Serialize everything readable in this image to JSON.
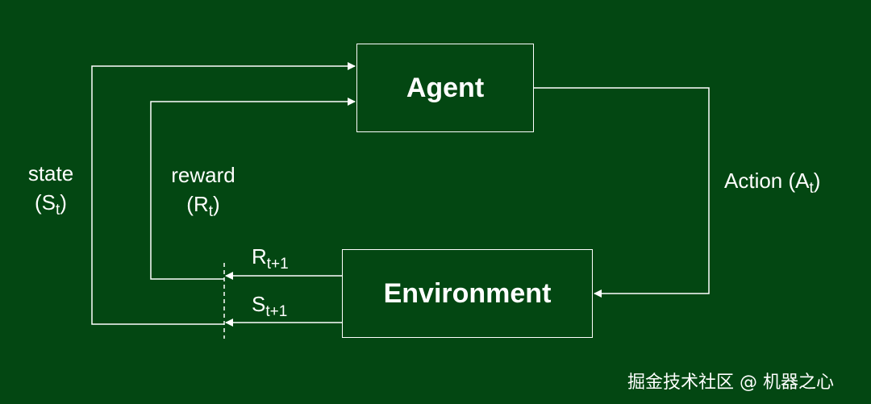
{
  "diagram": {
    "agent_label": "Agent",
    "environment_label": "Environment",
    "state": {
      "line1": "state",
      "open": "(S",
      "sub": "t",
      "close": ")"
    },
    "reward": {
      "line1": "reward",
      "open": "(R",
      "sub": "t",
      "close": ")"
    },
    "action": {
      "prefix": "Action (A",
      "sub": "t",
      "close": ")"
    },
    "next_reward": {
      "base": "R",
      "sub": "t+1"
    },
    "next_state": {
      "base": "S",
      "sub": "t+1"
    }
  },
  "watermark": "掘金技术社区 @ 机器之心",
  "colors": {
    "background": "#034712",
    "foreground": "#ffffff"
  }
}
